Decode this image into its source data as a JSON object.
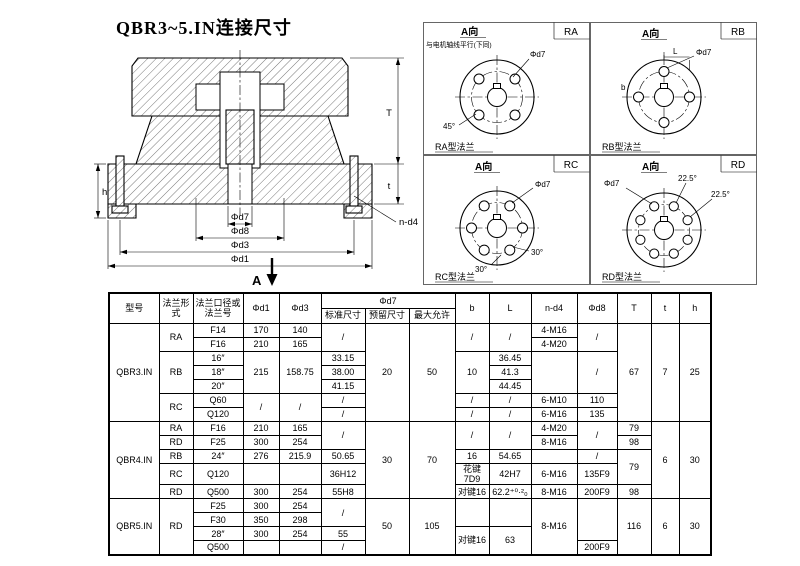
{
  "title": "QBR3~5.IN连接尺寸",
  "section": {
    "d7": "Φd7",
    "d8": "Φd8",
    "d3": "Φd3",
    "d1": "Φd1",
    "nd4": "n-d4",
    "T": "T",
    "t": "t",
    "h": "h",
    "cut": "A"
  },
  "views": [
    {
      "corner": "RA",
      "view": "A向",
      "note": "与电机轴线平行(下同)",
      "dia": "Φd7",
      "ang": "45°",
      "caption": "RA型法兰"
    },
    {
      "corner": "RB",
      "view": "A向",
      "dia": "Φd7",
      "L": "L",
      "b": "b",
      "caption": "RB型法兰"
    },
    {
      "corner": "RC",
      "view": "A向",
      "dia": "Φd7",
      "ang": "30°",
      "ang2": "30°",
      "caption": "RC型法兰"
    },
    {
      "corner": "RD",
      "view": "A向",
      "dia": "Φd7",
      "ang": "22.5°",
      "ang2": "22.5°",
      "caption": "RD型法兰"
    }
  ],
  "table": {
    "header1": [
      {
        "t": "型号",
        "rs": 2
      },
      {
        "t": "法兰形式",
        "rs": 2
      },
      {
        "t": "法兰口径或法兰号",
        "rs": 2
      },
      {
        "t": "Φd1",
        "rs": 2
      },
      {
        "t": "Φd3",
        "rs": 2
      },
      {
        "t": "Φd7",
        "cs": 3
      },
      {
        "t": "b",
        "rs": 2
      },
      {
        "t": "L",
        "rs": 2
      },
      {
        "t": "n-d4",
        "rs": 2
      },
      {
        "t": "Φd8",
        "rs": 2
      },
      {
        "t": "T",
        "rs": 2
      },
      {
        "t": "t",
        "rs": 2
      },
      {
        "t": "h",
        "rs": 2
      }
    ],
    "header2": [
      {
        "t": "标准尺寸"
      },
      {
        "t": "预留尺寸"
      },
      {
        "t": "最大允许"
      }
    ],
    "rows": [
      [
        {
          "t": "QBR3.IN",
          "rs": 7
        },
        {
          "t": "RA",
          "rs": 2
        },
        {
          "t": "F14"
        },
        {
          "t": "170"
        },
        {
          "t": "140"
        },
        {
          "t": "/",
          "rs": 2
        },
        {
          "t": "20",
          "rs": 7
        },
        {
          "t": "50",
          "rs": 7
        },
        {
          "t": "/",
          "rs": 2
        },
        {
          "t": "/",
          "rs": 2
        },
        {
          "t": "4-M16"
        },
        {
          "t": "/",
          "rs": 2
        },
        {
          "t": "67",
          "rs": 7
        },
        {
          "t": "7",
          "rs": 7
        },
        {
          "t": "25",
          "rs": 7
        }
      ],
      [
        {
          "t": "F16"
        },
        {
          "t": "210"
        },
        {
          "t": "165"
        },
        {
          "t": "4-M20"
        }
      ],
      [
        {
          "t": "RB",
          "rs": 3
        },
        {
          "t": "16″"
        },
        {
          "t": "215",
          "rs": 3
        },
        {
          "t": "158.75",
          "rs": 3
        },
        {
          "t": "33.15"
        },
        {
          "t": "10",
          "rs": 3
        },
        {
          "t": "36.45"
        },
        {
          "t": "",
          "rs": 3
        },
        {
          "t": "/",
          "rs": 3
        }
      ],
      [
        {
          "t": "18″"
        },
        {
          "t": "38.00"
        },
        {
          "t": "41.3"
        }
      ],
      [
        {
          "t": "20″"
        },
        {
          "t": "41.15"
        },
        {
          "t": "44.45"
        }
      ],
      [
        {
          "t": "RC",
          "rs": 2
        },
        {
          "t": "Q60"
        },
        {
          "t": "/",
          "rs": 2
        },
        {
          "t": "/",
          "rs": 2
        },
        {
          "t": "/"
        },
        {
          "t": "/"
        },
        {
          "t": "/"
        },
        {
          "t": "6-M10"
        },
        {
          "t": "110"
        }
      ],
      [
        {
          "t": "Q120"
        },
        {
          "t": "/"
        },
        {
          "t": "/"
        },
        {
          "t": "/"
        },
        {
          "t": "6-M16"
        },
        {
          "t": "135"
        }
      ],
      [
        {
          "t": "QBR4.IN",
          "rs": 5
        },
        {
          "t": "RA"
        },
        {
          "t": "F16"
        },
        {
          "t": "210"
        },
        {
          "t": "165"
        },
        {
          "t": "/",
          "rs": 2
        },
        {
          "t": "30",
          "rs": 5
        },
        {
          "t": "70",
          "rs": 5
        },
        {
          "t": "/",
          "rs": 2
        },
        {
          "t": "/",
          "rs": 2
        },
        {
          "t": "4-M20"
        },
        {
          "t": "/",
          "rs": 2
        },
        {
          "t": "79"
        },
        {
          "t": "6",
          "rs": 5
        },
        {
          "t": "30",
          "rs": 5
        }
      ],
      [
        {
          "t": "RD"
        },
        {
          "t": "F25"
        },
        {
          "t": "300"
        },
        {
          "t": "254"
        },
        {
          "t": "8-M16"
        },
        {
          "t": "98"
        }
      ],
      [
        {
          "t": "RB"
        },
        {
          "t": "24″"
        },
        {
          "t": "276"
        },
        {
          "t": "215.9"
        },
        {
          "t": "50.65"
        },
        {
          "t": "16"
        },
        {
          "t": "54.65"
        },
        {
          "t": ""
        },
        {
          "t": "/"
        },
        {
          "t": "79",
          "rs": 2
        }
      ],
      [
        {
          "t": "RC"
        },
        {
          "t": "Q120"
        },
        {
          "t": ""
        },
        {
          "t": ""
        },
        {
          "t": "36H12"
        },
        {
          "t": "花键7D9"
        },
        {
          "t": "42H7"
        },
        {
          "t": "6-M16"
        },
        {
          "t": "135F9"
        }
      ],
      [
        {
          "t": "RD"
        },
        {
          "t": "Q500"
        },
        {
          "t": "300"
        },
        {
          "t": "254"
        },
        {
          "t": "55H8"
        },
        {
          "t": "对键16"
        },
        {
          "t": "62.2⁺⁰·²₀"
        },
        {
          "t": "8-M16"
        },
        {
          "t": "200F9"
        },
        {
          "t": "98"
        }
      ],
      [
        {
          "t": "QBR5.IN",
          "rs": 4
        },
        {
          "t": "RD",
          "rs": 4
        },
        {
          "t": "F25"
        },
        {
          "t": "300"
        },
        {
          "t": "254"
        },
        {
          "t": "/",
          "rs": 2
        },
        {
          "t": "50",
          "rs": 4
        },
        {
          "t": "105",
          "rs": 4
        },
        {
          "t": "",
          "rs": 2
        },
        {
          "t": "",
          "rs": 2
        },
        {
          "t": "8-M16",
          "rs": 4
        },
        {
          "t": "",
          "rs": 3
        },
        {
          "t": "116",
          "rs": 4
        },
        {
          "t": "6",
          "rs": 4
        },
        {
          "t": "30",
          "rs": 4
        }
      ],
      [
        {
          "t": "F30"
        },
        {
          "t": "350"
        },
        {
          "t": "298"
        }
      ],
      [
        {
          "t": "28″"
        },
        {
          "t": "300"
        },
        {
          "t": "254"
        },
        {
          "t": "55"
        },
        {
          "t": "对键16",
          "rs": 2
        },
        {
          "t": "63",
          "rs": 2
        }
      ],
      [
        {
          "t": "Q500"
        },
        {
          "t": ""
        },
        {
          "t": ""
        },
        {
          "t": "/"
        },
        {
          "t": "200F9"
        }
      ]
    ]
  }
}
